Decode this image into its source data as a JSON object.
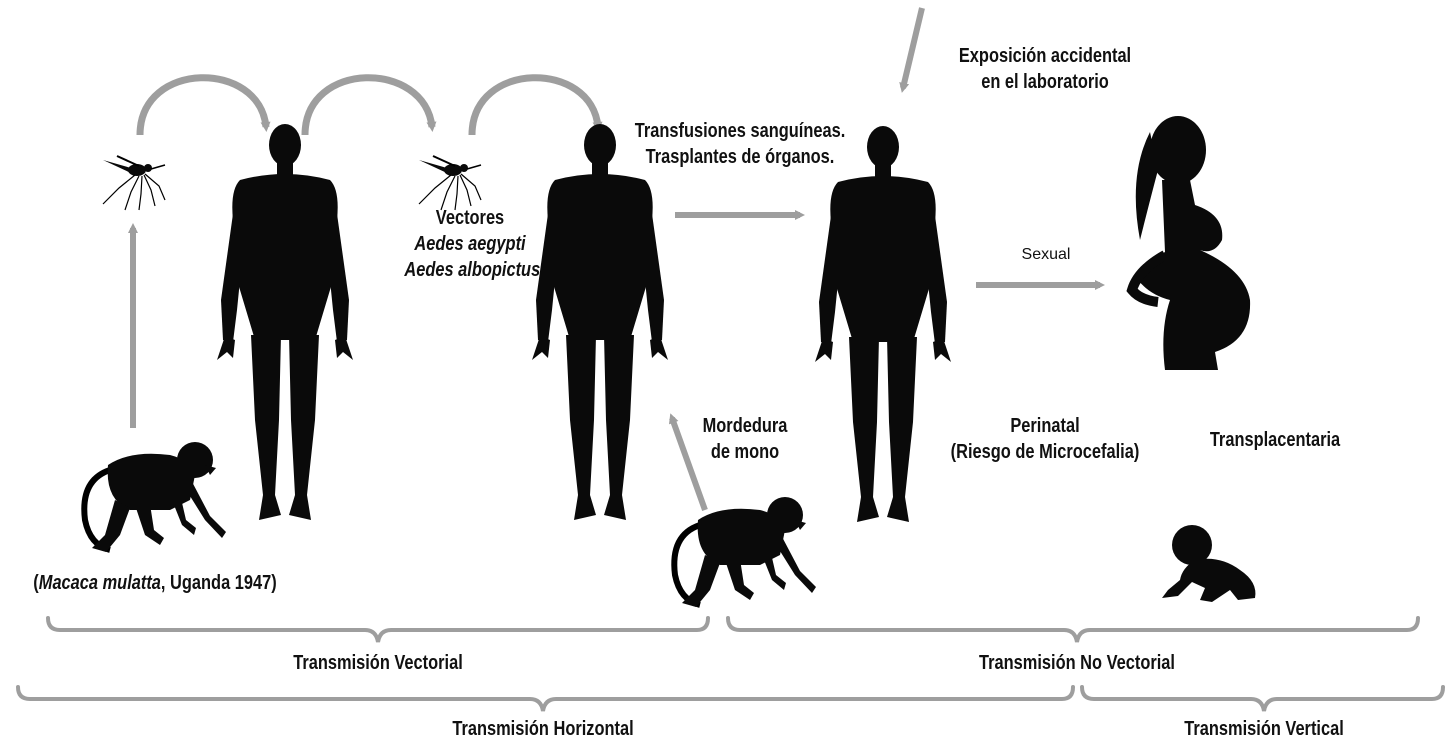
{
  "labels": {
    "vectors_title": "Vectores",
    "vector_species_1": "Aedes aegypti",
    "vector_species_2": "Aedes albopictus",
    "transfusions_line1": "Transfusiones sanguíneas.",
    "transfusions_line2": "Trasplantes de órganos.",
    "lab_line1": "Exposición accidental",
    "lab_line2": "en el laboratorio",
    "sexual": "Sexual",
    "monkey_bite_line1": "Mordedura",
    "monkey_bite_line2": "de mono",
    "perinatal_line1": "Perinatal",
    "perinatal_line2": "(Riesgo de Microcefalia)",
    "transplacental": "Transplacentaria",
    "macaca_open": "(",
    "macaca_species": "Macaca mulatta",
    "macaca_rest": ", Uganda 1947)"
  },
  "brackets": {
    "vectorial": "Transmisión Vectorial",
    "non_vectorial": "Transmisión No Vectorial",
    "horizontal": "Transmisión Horizontal",
    "vertical": "Transmisión Vertical"
  },
  "colors": {
    "arrow": "#9e9e9e",
    "silhouette": "#0a0a0a"
  },
  "icons": [
    "mosquito-icon",
    "human-icon",
    "monkey-icon",
    "pregnant-woman-icon",
    "baby-icon"
  ]
}
